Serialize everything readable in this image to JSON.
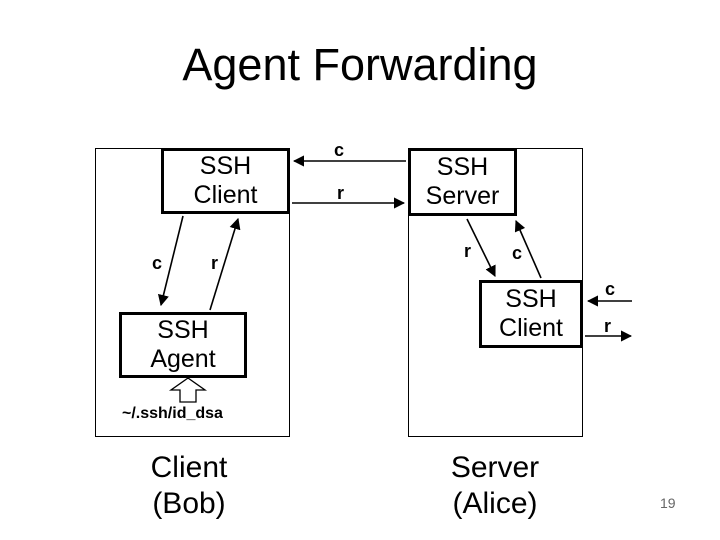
{
  "slide": {
    "title": "Agent Forwarding",
    "page_number": "19"
  },
  "left_host": {
    "ssh_client_box": "SSH\nClient",
    "ssh_agent_box": "SSH\nAgent",
    "c_to_agent_label": "c",
    "r_from_agent_label": "r",
    "key_file_label": "~/.ssh/id_dsa",
    "caption": "Client\n(Bob)"
  },
  "network": {
    "c_label": "c",
    "r_label": "r"
  },
  "right_host": {
    "ssh_server_box": "SSH\nServer",
    "ssh_client_box": "SSH\nClient",
    "r_to_client_label": "r",
    "c_from_client_label": "c",
    "external_c_label": "c",
    "external_r_label": "r",
    "caption": "Server\n(Alice)"
  },
  "colors": {
    "background": "#ffffff",
    "line": "#000000",
    "text": "#000000",
    "page_number": "#666666"
  }
}
